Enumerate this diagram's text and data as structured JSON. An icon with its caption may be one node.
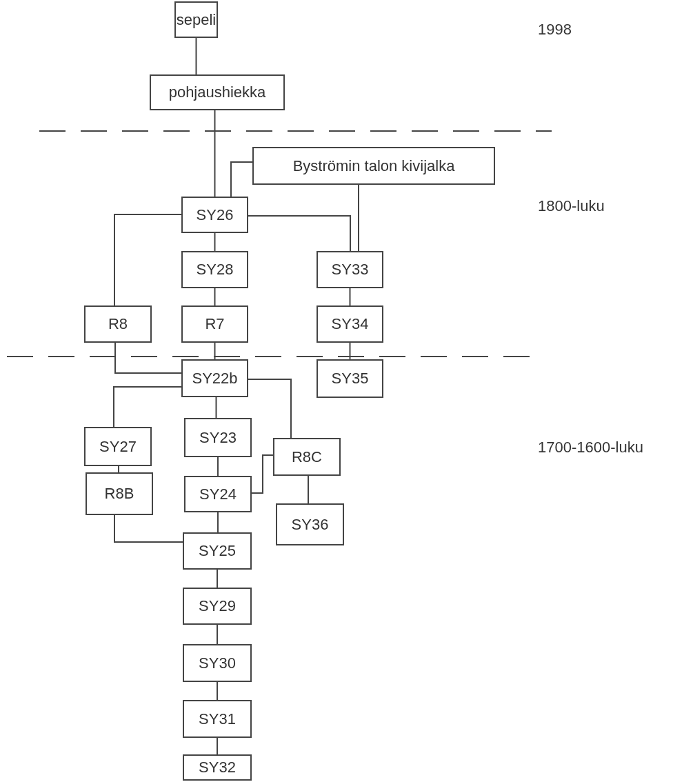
{
  "diagram": {
    "nodes": [
      {
        "text": [
          "sepeli"
        ]
      },
      {
        "text": [
          "pohjaushiekka"
        ]
      },
      {
        "text": [
          "Byströmin talon kivijalka"
        ]
      },
      {
        "text": [
          "SY26"
        ]
      },
      {
        "text": [
          "SY28"
        ]
      },
      {
        "text": [
          "SY33"
        ]
      },
      {
        "text": [
          "R8"
        ]
      },
      {
        "text": [
          "R7"
        ]
      },
      {
        "text": [
          "SY34"
        ]
      },
      {
        "text": [
          "SY22b"
        ]
      },
      {
        "text": [
          "SY35"
        ]
      },
      {
        "text": [
          "SY27"
        ]
      },
      {
        "text": [
          "SY23"
        ]
      },
      {
        "text": [
          "R8C"
        ]
      },
      {
        "text": [
          "R8B"
        ]
      },
      {
        "text": [
          "SY24"
        ]
      },
      {
        "text": [
          "SY36"
        ]
      },
      {
        "text": [
          "SY25"
        ]
      },
      {
        "text": [
          "SY29"
        ]
      },
      {
        "text": [
          "SY30"
        ]
      },
      {
        "text": [
          "SY31"
        ]
      },
      {
        "text": [
          "SY32"
        ]
      }
    ],
    "edges": [
      {
        "from": 0,
        "to": 1,
        "arrow": "none"
      },
      {
        "from": 1,
        "to": 3,
        "arrow": "none"
      },
      {
        "from": 2,
        "to": 3,
        "arrow": "none"
      },
      {
        "from": 2,
        "to": 5,
        "arrow": "none"
      },
      {
        "from": 3,
        "to": 6,
        "arrow": "none"
      },
      {
        "from": 3,
        "to": 4,
        "arrow": "none"
      },
      {
        "from": 3,
        "to": 5,
        "arrow": "none"
      },
      {
        "from": 4,
        "to": 7,
        "arrow": "none"
      },
      {
        "from": 7,
        "to": 9,
        "arrow": "none"
      },
      {
        "from": 6,
        "to": 9,
        "arrow": "none"
      },
      {
        "from": 5,
        "to": 8,
        "arrow": "none"
      },
      {
        "from": 8,
        "to": 10,
        "arrow": "none"
      },
      {
        "from": 9,
        "to": 11,
        "arrow": "none"
      },
      {
        "from": 9,
        "to": 12,
        "arrow": "none"
      },
      {
        "from": 9,
        "to": 13,
        "arrow": "none"
      },
      {
        "from": 11,
        "to": 14,
        "arrow": "none"
      },
      {
        "from": 12,
        "to": 15,
        "arrow": "none"
      },
      {
        "from": 15,
        "to": 13,
        "arrow": "none"
      },
      {
        "from": 13,
        "to": 16,
        "arrow": "none"
      },
      {
        "from": 15,
        "to": 17,
        "arrow": "none"
      },
      {
        "from": 14,
        "to": 17,
        "arrow": "none"
      },
      {
        "from": 17,
        "to": 18,
        "arrow": "none"
      },
      {
        "from": 18,
        "to": 19,
        "arrow": "none"
      },
      {
        "from": 19,
        "to": 20,
        "arrow": "none"
      },
      {
        "from": 20,
        "to": 21,
        "arrow": "none"
      }
    ],
    "labels": [
      "1998",
      "1800-luku",
      "1700-1600-luku"
    ]
  }
}
